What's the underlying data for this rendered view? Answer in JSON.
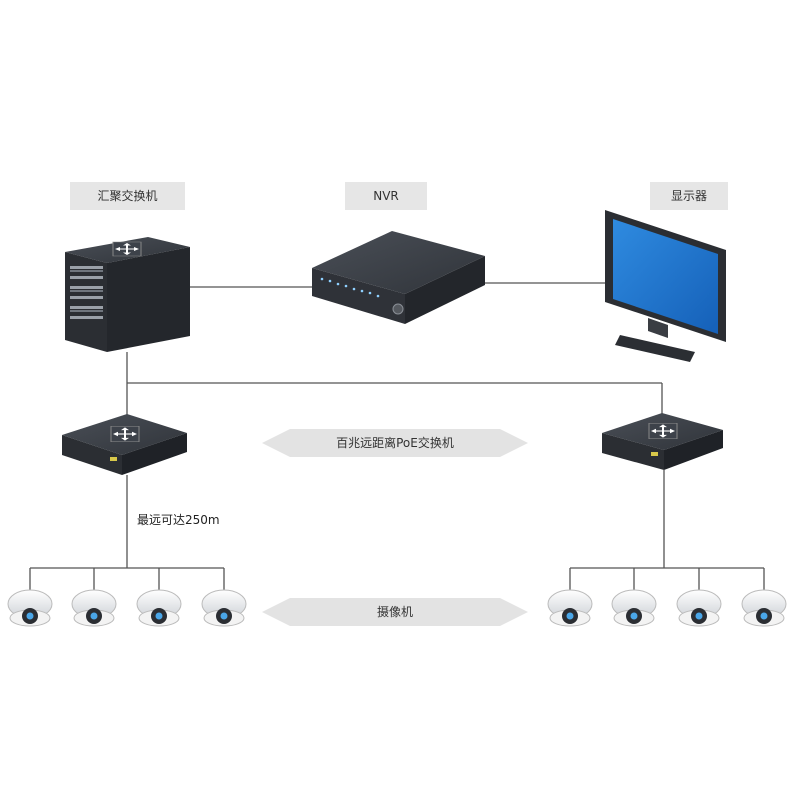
{
  "labels": {
    "core_switch": "汇聚交换机",
    "nvr": "NVR",
    "monitor": "显示器",
    "poe_switch_arrow": "百兆远距离PoE交换机",
    "distance_note": "最远可达250m",
    "camera_arrow": "摄像机"
  },
  "colors": {
    "tag_bg": "#e6e6e6",
    "arrow_bg": "#e3e3e3",
    "line": "#555555",
    "device_dark": "#2b2e33",
    "screen_blue": "#1a6fc9"
  },
  "icons": [
    "core-switch-icon",
    "nvr-icon",
    "monitor-icon",
    "poe-switch-icon",
    "dome-camera-icon"
  ]
}
